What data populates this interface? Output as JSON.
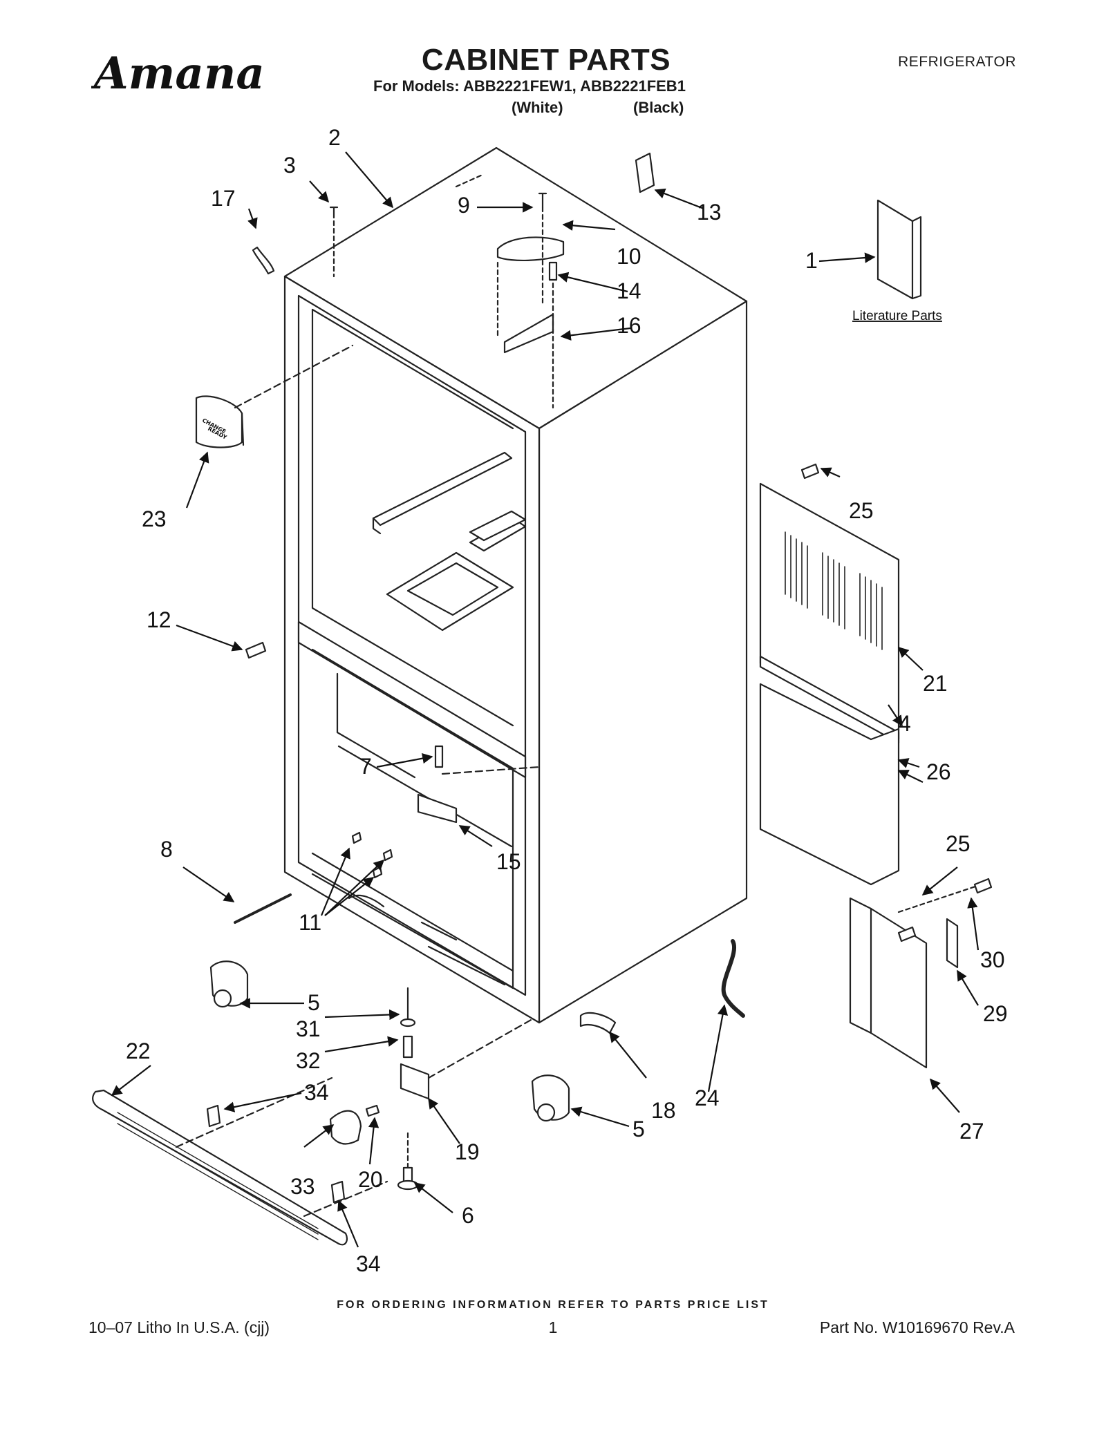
{
  "header": {
    "brand": "Amana",
    "title": "CABINET PARTS",
    "models_line": "For Models: ABB2221FEW1, ABB2221FEB1",
    "variant_1": "(White)",
    "variant_2": "(Black)",
    "category": "REFRIGERATOR"
  },
  "diagram": {
    "callouts": [
      "1",
      "2",
      "3",
      "4",
      "5",
      "5",
      "6",
      "7",
      "8",
      "9",
      "10",
      "11",
      "12",
      "13",
      "14",
      "15",
      "16",
      "17",
      "18",
      "19",
      "20",
      "21",
      "22",
      "23",
      "24",
      "25",
      "25",
      "26",
      "27",
      "29",
      "30",
      "31",
      "32",
      "33",
      "34",
      "34"
    ],
    "literature_label": "Literature Parts",
    "module_text": [
      "CHANGE",
      "READY"
    ]
  },
  "footer": {
    "ordering_note": "FOR ORDERING INFORMATION REFER TO PARTS PRICE LIST",
    "print_info": "10–07 Litho In U.S.A. (cjj)",
    "page_number": "1",
    "part_number": "Part No. W10169670 Rev.A"
  }
}
